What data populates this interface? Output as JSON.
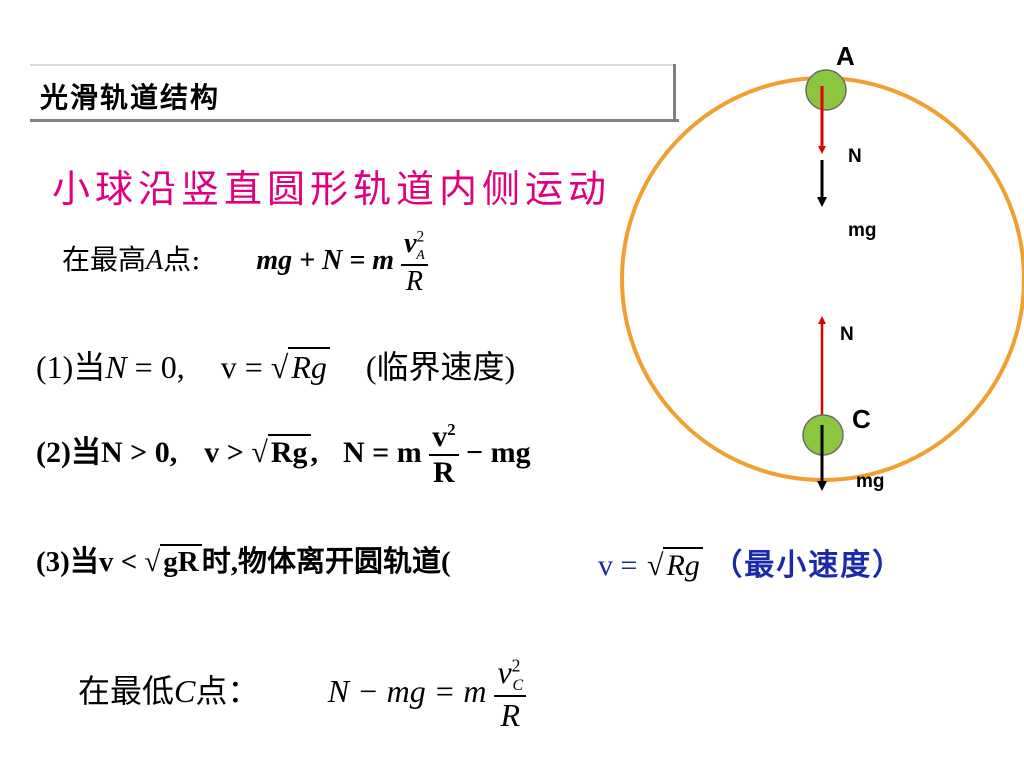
{
  "title": "光滑轨道结构",
  "subtitle": "小球沿竖直圆形轨道内侧运动",
  "topA": {
    "label_pre": "在最高",
    "label_var": "A",
    "label_post": "点:",
    "eq_lhs": "mg + N = m",
    "num_v": "v",
    "num_sup": "2",
    "num_sub": "A",
    "den": "R"
  },
  "case1": {
    "prefix": "(1)当",
    "cond_var": "N",
    "cond_rest": " = 0,",
    "v_eq": "v =",
    "sqrt": "Rg",
    "note": "(临界速度)"
  },
  "case2": {
    "prefix": "(2)当",
    "cond": "N > 0,",
    "v_gt": "v >",
    "sqrt": "Rg",
    "comma": ",",
    "n_eq": "N = m",
    "num_v": "v",
    "num_sup": "2",
    "den": "R",
    "tail": "− mg"
  },
  "case3": {
    "prefix": "(3)当",
    "v_lt": "v <",
    "sqrt": "gR",
    "text": "时,物体离开圆轨道(",
    "overlay_v": "v =",
    "overlay_sqrt": "Rg",
    "overlay_note": "（最小速度）"
  },
  "bottomC": {
    "label_pre": "在最低",
    "label_var": "C",
    "label_post": "点：",
    "eq_lhs": "N − mg = m",
    "num_v": "v",
    "num_sup": "2",
    "num_sub": "C",
    "den": "R"
  },
  "diagram": {
    "label_A": "A",
    "label_C": "C",
    "label_N_top": "N",
    "label_mg_top": "mg",
    "label_N_bottom": "N",
    "label_mg_bottom": "mg"
  },
  "colors": {
    "circle": "#f0a030",
    "ball": "#8cc63f",
    "subtitle": "#e0007f",
    "overlay": "#1a2aa8",
    "normal_force": "#e00000",
    "gravity": "#000000"
  }
}
